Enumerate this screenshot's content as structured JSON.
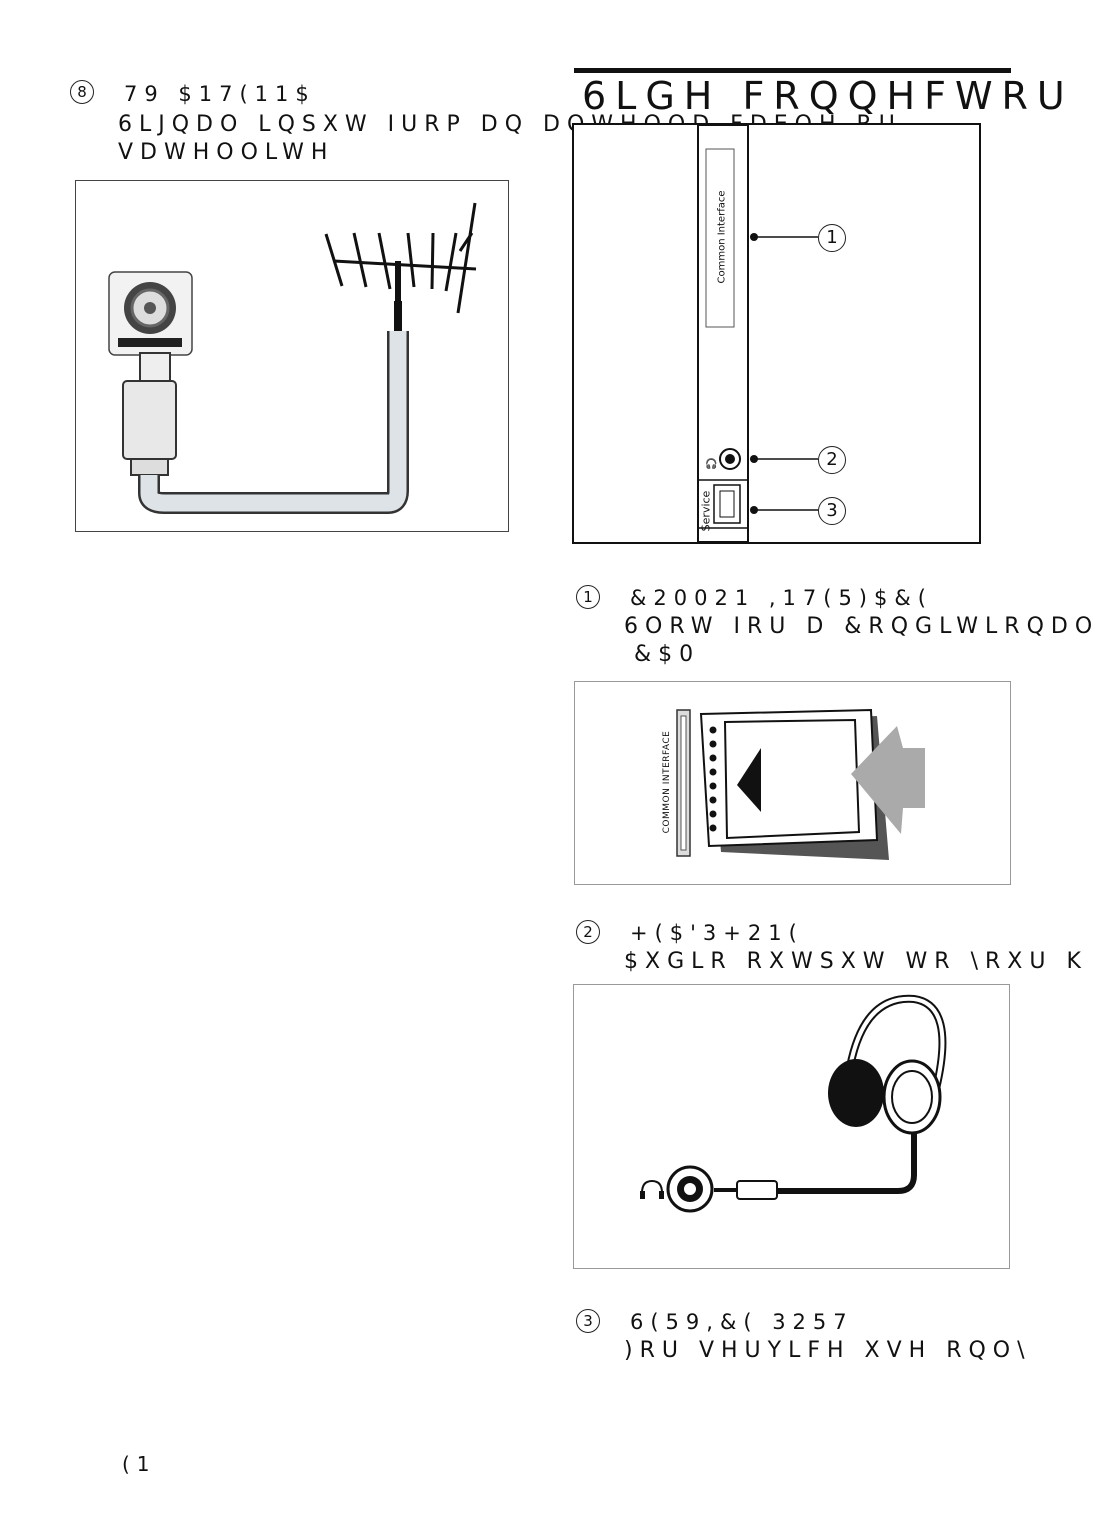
{
  "left": {
    "item_number": "8",
    "heading": "79 $17(11$",
    "desc_line1": "6LJQDO LQSXW IURP DQ DQWHQQD  FDEOH RU",
    "desc_line2": "VDWHOOLWH"
  },
  "right": {
    "section_title": "6LGH FRQQHFWRU",
    "panel_labels": {
      "common_interface": "Common Interface",
      "service": "Service"
    },
    "callouts": [
      "1",
      "2",
      "3"
    ],
    "items": [
      {
        "number": "1",
        "heading": "&20021 ,17(5)$&(",
        "desc_line1": "6ORW IRU D &RQGLWLRQDO",
        "desc_line2": "&$0"
      },
      {
        "number": "2",
        "heading": "+($'3+21(",
        "desc_line1": "$XGLR RXWSXW WR \\RXU K"
      },
      {
        "number": "3",
        "heading": "6(59,&( 3257",
        "desc_line1": ")RU VHUYLFH XVH RQO\\"
      }
    ],
    "cam_slot_label": "COMMON INTERFACE"
  },
  "footer": {
    "page_label": "(1"
  },
  "icons": [
    "antenna-icon",
    "coax-socket-icon",
    "cam-card-icon",
    "headphone-icon",
    "headphone-jack-icon",
    "arrow-icon"
  ]
}
